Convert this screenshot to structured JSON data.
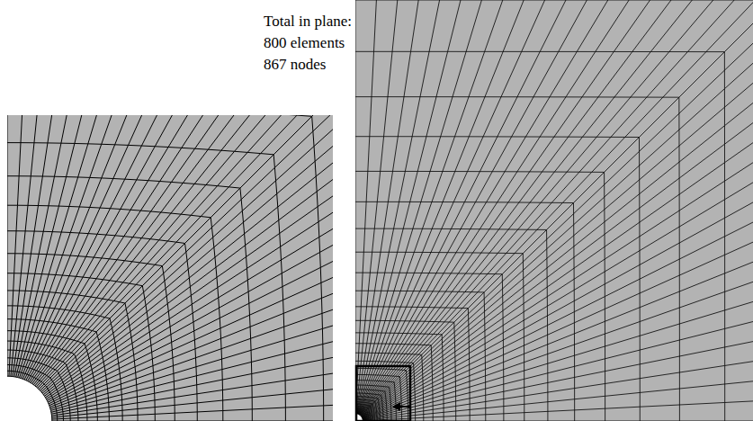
{
  "diagram": {
    "labels": [
      "Total in plane:",
      "800 elements",
      "867 nodes"
    ]
  }
}
